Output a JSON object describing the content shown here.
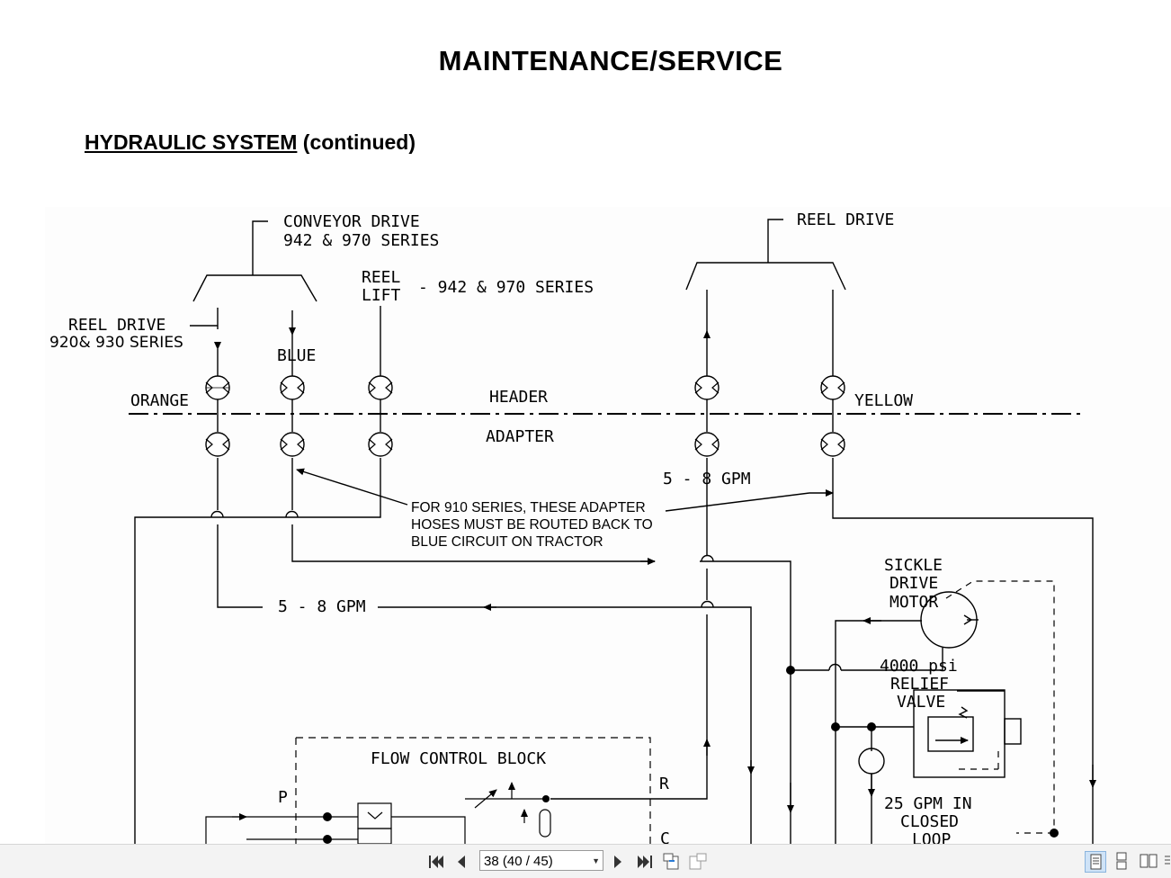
{
  "page": {
    "title": "MAINTENANCE/SERVICE",
    "section_title": "HYDRAULIC SYSTEM",
    "section_suffix": "(continued)"
  },
  "diagram": {
    "labels": {
      "conveyor_drive_1": "CONVEYOR DRIVE",
      "conveyor_drive_2": "942 & 970 SERIES",
      "reel_drive_top": "REEL DRIVE",
      "reel_lift_1": "REEL",
      "reel_lift_2": "LIFT",
      "reel_lift_series": "- 942 & 970 SERIES",
      "reel_drive_920_1": "REEL DRIVE",
      "reel_drive_920_2": "920& 930 SERIES",
      "blue": "BLUE",
      "orange": "ORANGE",
      "header": "HEADER",
      "adapter": "ADAPTER",
      "yellow": "YELLOW",
      "gpm_right": "5 - 8 GPM",
      "gpm_left": "5 - 8 GPM",
      "note_1": "FOR 910 SERIES, THESE ADAPTER",
      "note_2": "HOSES MUST BE ROUTED BACK TO",
      "note_3": "BLUE CIRCUIT ON TRACTOR",
      "sickle_1": "SICKLE",
      "sickle_2": "DRIVE",
      "sickle_3": "MOTOR",
      "relief_1": "4000 psi",
      "relief_2": "RELIEF",
      "relief_3": "VALVE",
      "flow_control_block": "FLOW CONTROL BLOCK",
      "port_p": "P",
      "port_r": "R",
      "port_c": "C",
      "gpm_closed_1": "25 GPM IN",
      "gpm_closed_2": "CLOSED",
      "gpm_closed_3": "LOOP"
    }
  },
  "toolbar": {
    "first_icon": "first-page-icon",
    "prev_icon": "previous-page-icon",
    "page_value": "38 (40 / 45)",
    "next_icon": "next-page-icon",
    "last_icon": "last-page-icon",
    "history_back_icon": "history-back-icon",
    "history_forward_icon": "history-forward-icon",
    "view_single": "single-page-view-icon",
    "view_continuous": "continuous-view-icon",
    "view_facing": "facing-view-icon",
    "view_more": "more-view-icon"
  }
}
